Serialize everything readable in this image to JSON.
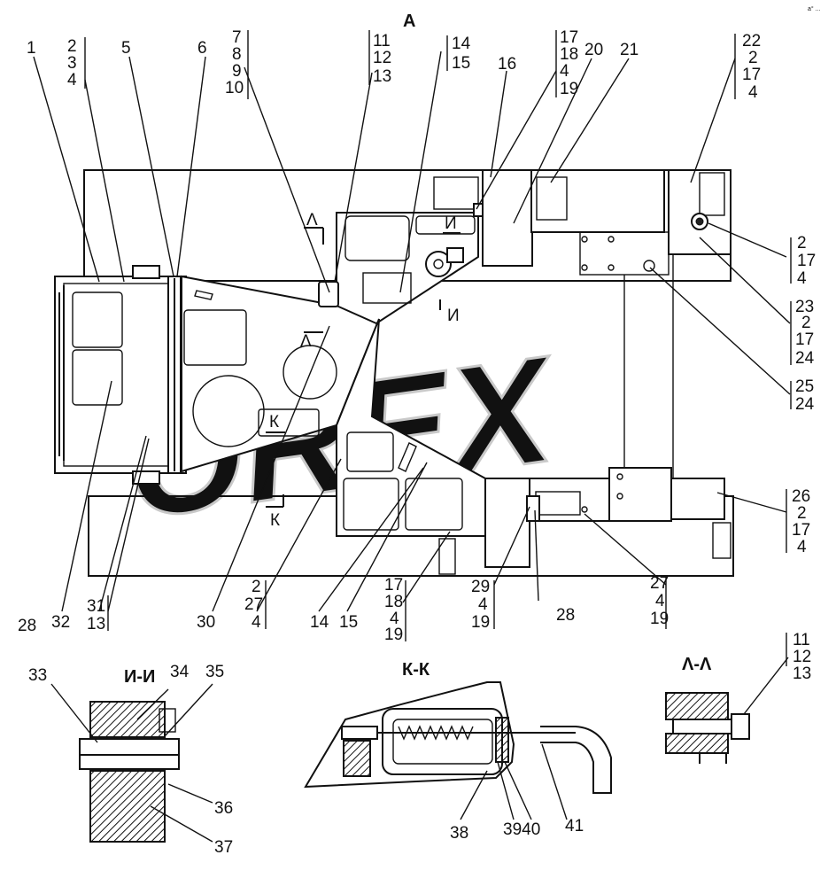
{
  "view_title": "A",
  "section_titles": {
    "ii": "И-И",
    "kk": "К-К",
    "aa": "Λ-Λ"
  },
  "watermark": "OREX",
  "corner_mark": "a° ...",
  "callouts": {
    "c1": "1",
    "c5": "5",
    "c6": "6",
    "c16": "16",
    "c20": "20",
    "c21": "21",
    "c28a": "28",
    "c28b": "28",
    "c30": "30",
    "c32": "32",
    "c14b": "14",
    "c15b": "15",
    "c33": "33",
    "c34": "34",
    "c35": "35",
    "c36": "36",
    "c37": "37",
    "c38": "38",
    "c3940": "3940",
    "c41": "41"
  },
  "stacks": {
    "s234": [
      "2",
      "3",
      "4"
    ],
    "s78910": [
      "7",
      "8",
      "9",
      "10"
    ],
    "s111213": [
      "11",
      "12",
      "13"
    ],
    "s1415": [
      "14",
      "15"
    ],
    "s1718419": [
      "17",
      "18",
      "4",
      "19"
    ],
    "s222174": [
      "22",
      "2",
      "17",
      "4"
    ],
    "s2174": [
      "2",
      "17",
      "4"
    ],
    "s2321724": [
      "23",
      "2",
      "17",
      "24"
    ],
    "s2524": [
      "25",
      "24"
    ],
    "s262174": [
      "26",
      "2",
      "17",
      "4"
    ],
    "s27419": [
      "27",
      "4",
      "19"
    ],
    "s29419": [
      "29",
      "4",
      "19"
    ],
    "s1718419b": [
      "17",
      "18",
      "4",
      "19"
    ],
    "s2274": [
      "2",
      "27",
      "4"
    ],
    "s3113": [
      "31",
      "13"
    ],
    "s111213b": [
      "11",
      "12",
      "13"
    ]
  },
  "markers": {
    "lambda": "Λ",
    "i": "И",
    "k": "К"
  }
}
